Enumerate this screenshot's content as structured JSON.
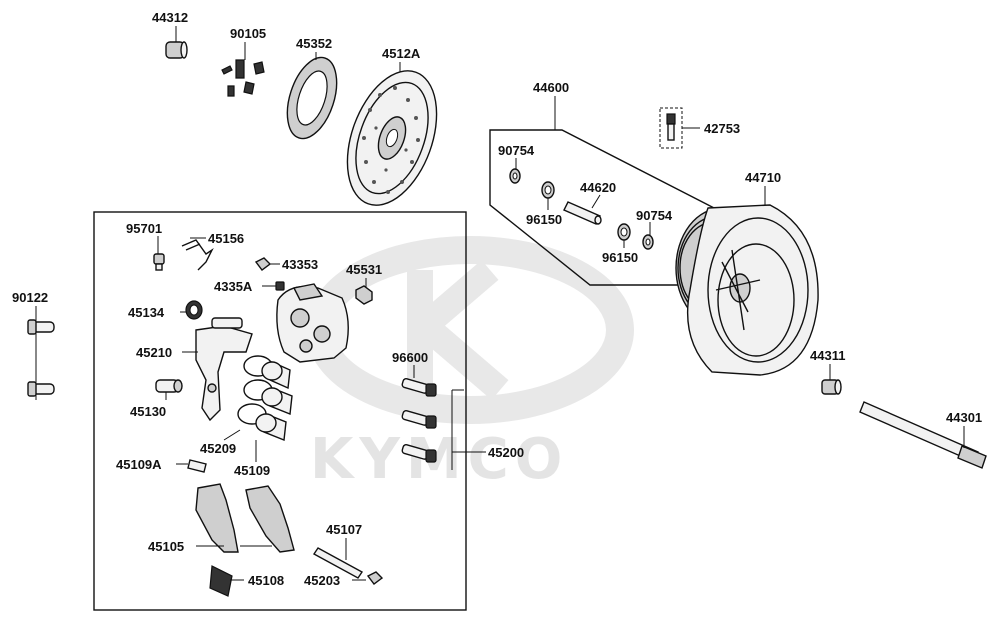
{
  "watermark": {
    "text": "KYMCO"
  },
  "callouts": {
    "p44312": "44312",
    "p90105": "90105",
    "p45352": "45352",
    "p4512A": "4512A",
    "p44600": "44600",
    "p42753": "42753",
    "p90754a": "90754",
    "p44620": "44620",
    "p44710": "44710",
    "p96150a": "96150",
    "p90754b": "90754",
    "p96150b": "96150",
    "p95701": "95701",
    "p45156": "45156",
    "p43353": "43353",
    "p45531": "45531",
    "p4335A": "4335A",
    "p90122": "90122",
    "p45134": "45134",
    "p45210": "45210",
    "p96600": "96600",
    "p44311": "44311",
    "p45130": "45130",
    "p44301": "44301",
    "p45209": "45209",
    "p45200": "45200",
    "p45109A": "45109A",
    "p45109": "45109",
    "p45107": "45107",
    "p45105": "45105",
    "p45108": "45108",
    "p45203": "45203"
  }
}
